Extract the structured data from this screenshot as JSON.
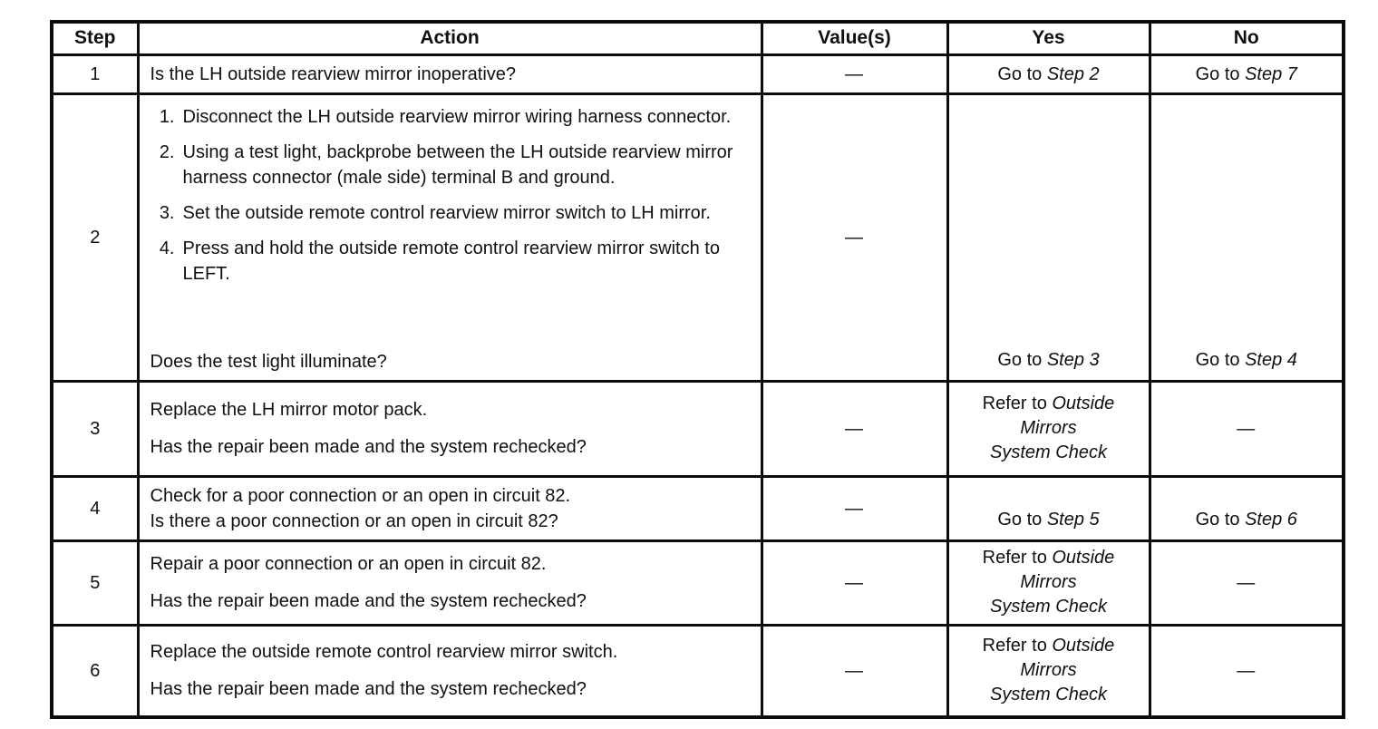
{
  "table": {
    "headers": {
      "step": "Step",
      "action": "Action",
      "values": "Value(s)",
      "yes": "Yes",
      "no": "No"
    },
    "row1": {
      "step": "1",
      "question": "Is the LH outside rearview mirror inoperative?",
      "value": "—",
      "yes": {
        "prefix": "Go to ",
        "ref": "Step 2"
      },
      "no": {
        "prefix": "Go to ",
        "ref": "Step 7"
      }
    },
    "row2": {
      "step": "2",
      "items": [
        {
          "num": "1.",
          "text": "Disconnect the LH outside rearview mirror wiring harness connector."
        },
        {
          "num": "2.",
          "text": "Using a test light, backprobe between the LH outside rearview mirror harness connector (male side) terminal B and ground."
        },
        {
          "num": "3.",
          "text": "Set the outside remote control rearview mirror switch to LH mirror."
        },
        {
          "num": "4.",
          "text": "Press and hold the outside remote control rearview mirror switch to LEFT."
        }
      ],
      "question": "Does the test light illuminate?",
      "value": "—",
      "yes": {
        "prefix": "Go to ",
        "ref": "Step 3"
      },
      "no": {
        "prefix": "Go to ",
        "ref": "Step 4"
      }
    },
    "row3": {
      "step": "3",
      "line1": "Replace the LH mirror motor pack.",
      "line2": "Has the repair been made and the system rechecked?",
      "value": "—",
      "yes": {
        "prefix": "Refer to ",
        "ref_line1": "Outside",
        "ref_line2": "Mirrors",
        "ref_line3": "System Check"
      },
      "no": "—"
    },
    "row4": {
      "step": "4",
      "line1": "Check for a poor connection or an open in circuit 82.",
      "line2": "Is there a poor connection or an open in circuit 82?",
      "value": "—",
      "yes": {
        "prefix": "Go to ",
        "ref": "Step 5"
      },
      "no": {
        "prefix": "Go to ",
        "ref": "Step 6"
      }
    },
    "row5": {
      "step": "5",
      "line1": "Repair a poor connection or an open in circuit 82.",
      "line2": "Has the repair been made and the system rechecked?",
      "value": "—",
      "yes": {
        "prefix": "Refer to ",
        "ref_line1": "Outside",
        "ref_line2": "Mirrors",
        "ref_line3": "System Check"
      },
      "no": "—"
    },
    "row6": {
      "step": "6",
      "line1": "Replace the outside remote control rearview mirror switch.",
      "line2": "Has the repair been made and the system rechecked?",
      "value": "—",
      "yes": {
        "prefix": "Refer to ",
        "ref_line1": "Outside",
        "ref_line2": "Mirrors",
        "ref_line3": "System Check"
      },
      "no": "—"
    }
  }
}
